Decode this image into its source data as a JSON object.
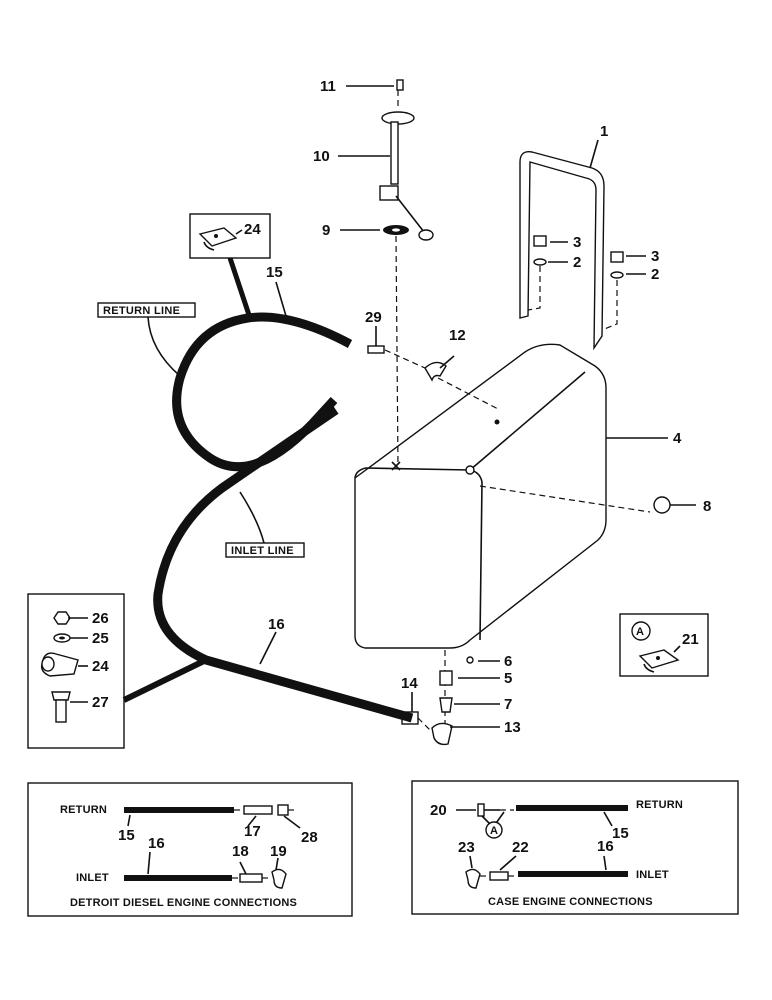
{
  "parts": {
    "n1": "1",
    "n2a": "2",
    "n2b": "2",
    "n3a": "3",
    "n3b": "3",
    "n4": "4",
    "n5": "5",
    "n6": "6",
    "n7": "7",
    "n8": "8",
    "n9": "9",
    "n10": "10",
    "n11": "11",
    "n12": "12",
    "n13": "13",
    "n14": "14",
    "n15": "15",
    "n16": "16",
    "n21": "21",
    "n24a": "24",
    "n24b": "24",
    "n25": "25",
    "n26": "26",
    "n27": "27",
    "n29": "29"
  },
  "labels": {
    "return_line": "RETURN LINE",
    "inlet_line": "INLET LINE",
    "detail_a": "A"
  },
  "detroit": {
    "return": "RETURN",
    "inlet": "INLET",
    "n15": "15",
    "n16": "16",
    "n17": "17",
    "n18": "18",
    "n19": "19",
    "n28": "28",
    "caption": "DETROIT DIESEL ENGINE CONNECTIONS"
  },
  "case": {
    "return": "RETURN",
    "inlet": "INLET",
    "n15": "15",
    "n16": "16",
    "n20": "20",
    "n22": "22",
    "n23": "23",
    "a": "A",
    "caption": "CASE ENGINE CONNECTIONS"
  }
}
